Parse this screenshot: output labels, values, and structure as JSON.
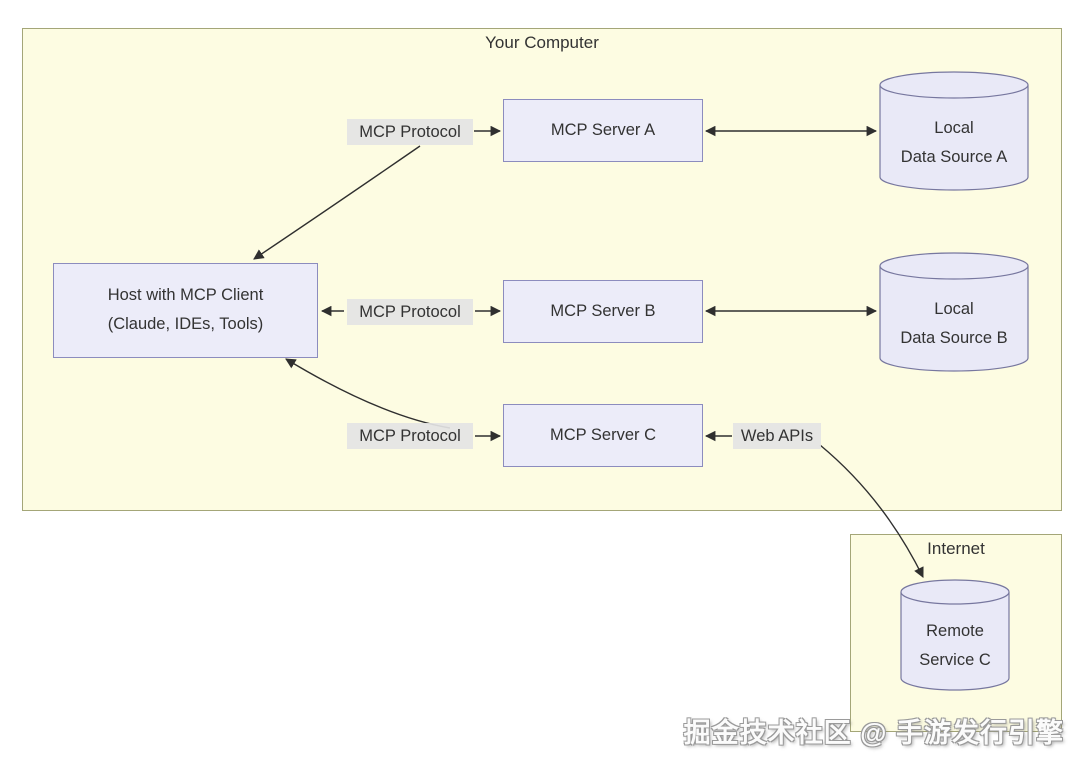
{
  "containers": {
    "your_computer": {
      "label": "Your Computer"
    },
    "internet": {
      "label": "Internet"
    }
  },
  "nodes": {
    "host": {
      "line1": "Host with MCP Client",
      "line2": "(Claude, IDEs, Tools)"
    },
    "server_a": {
      "label": "MCP Server A"
    },
    "server_b": {
      "label": "MCP Server B"
    },
    "server_c": {
      "label": "MCP Server C"
    },
    "data_a": {
      "line1": "Local",
      "line2": "Data Source A"
    },
    "data_b": {
      "line1": "Local",
      "line2": "Data Source B"
    },
    "remote_c": {
      "line1": "Remote",
      "line2": "Service C"
    }
  },
  "edge_labels": {
    "mcp_protocol_a": "MCP Protocol",
    "mcp_protocol_b": "MCP Protocol",
    "mcp_protocol_c": "MCP Protocol",
    "web_apis": "Web APIs"
  },
  "watermark": "掘金技术社区 @ 手游发行引擎",
  "colors": {
    "container_fill": "#fdfce2",
    "container_border": "#a4a678",
    "node_fill": "#ececf9",
    "node_border": "#8c8cbe",
    "cylinder_fill": "#e9e9f7",
    "cylinder_border": "#77779f",
    "edge_stroke": "#2f2f2f",
    "edge_label_bg": "#e4e4e4",
    "text": "#333333",
    "background": "#ffffff"
  }
}
